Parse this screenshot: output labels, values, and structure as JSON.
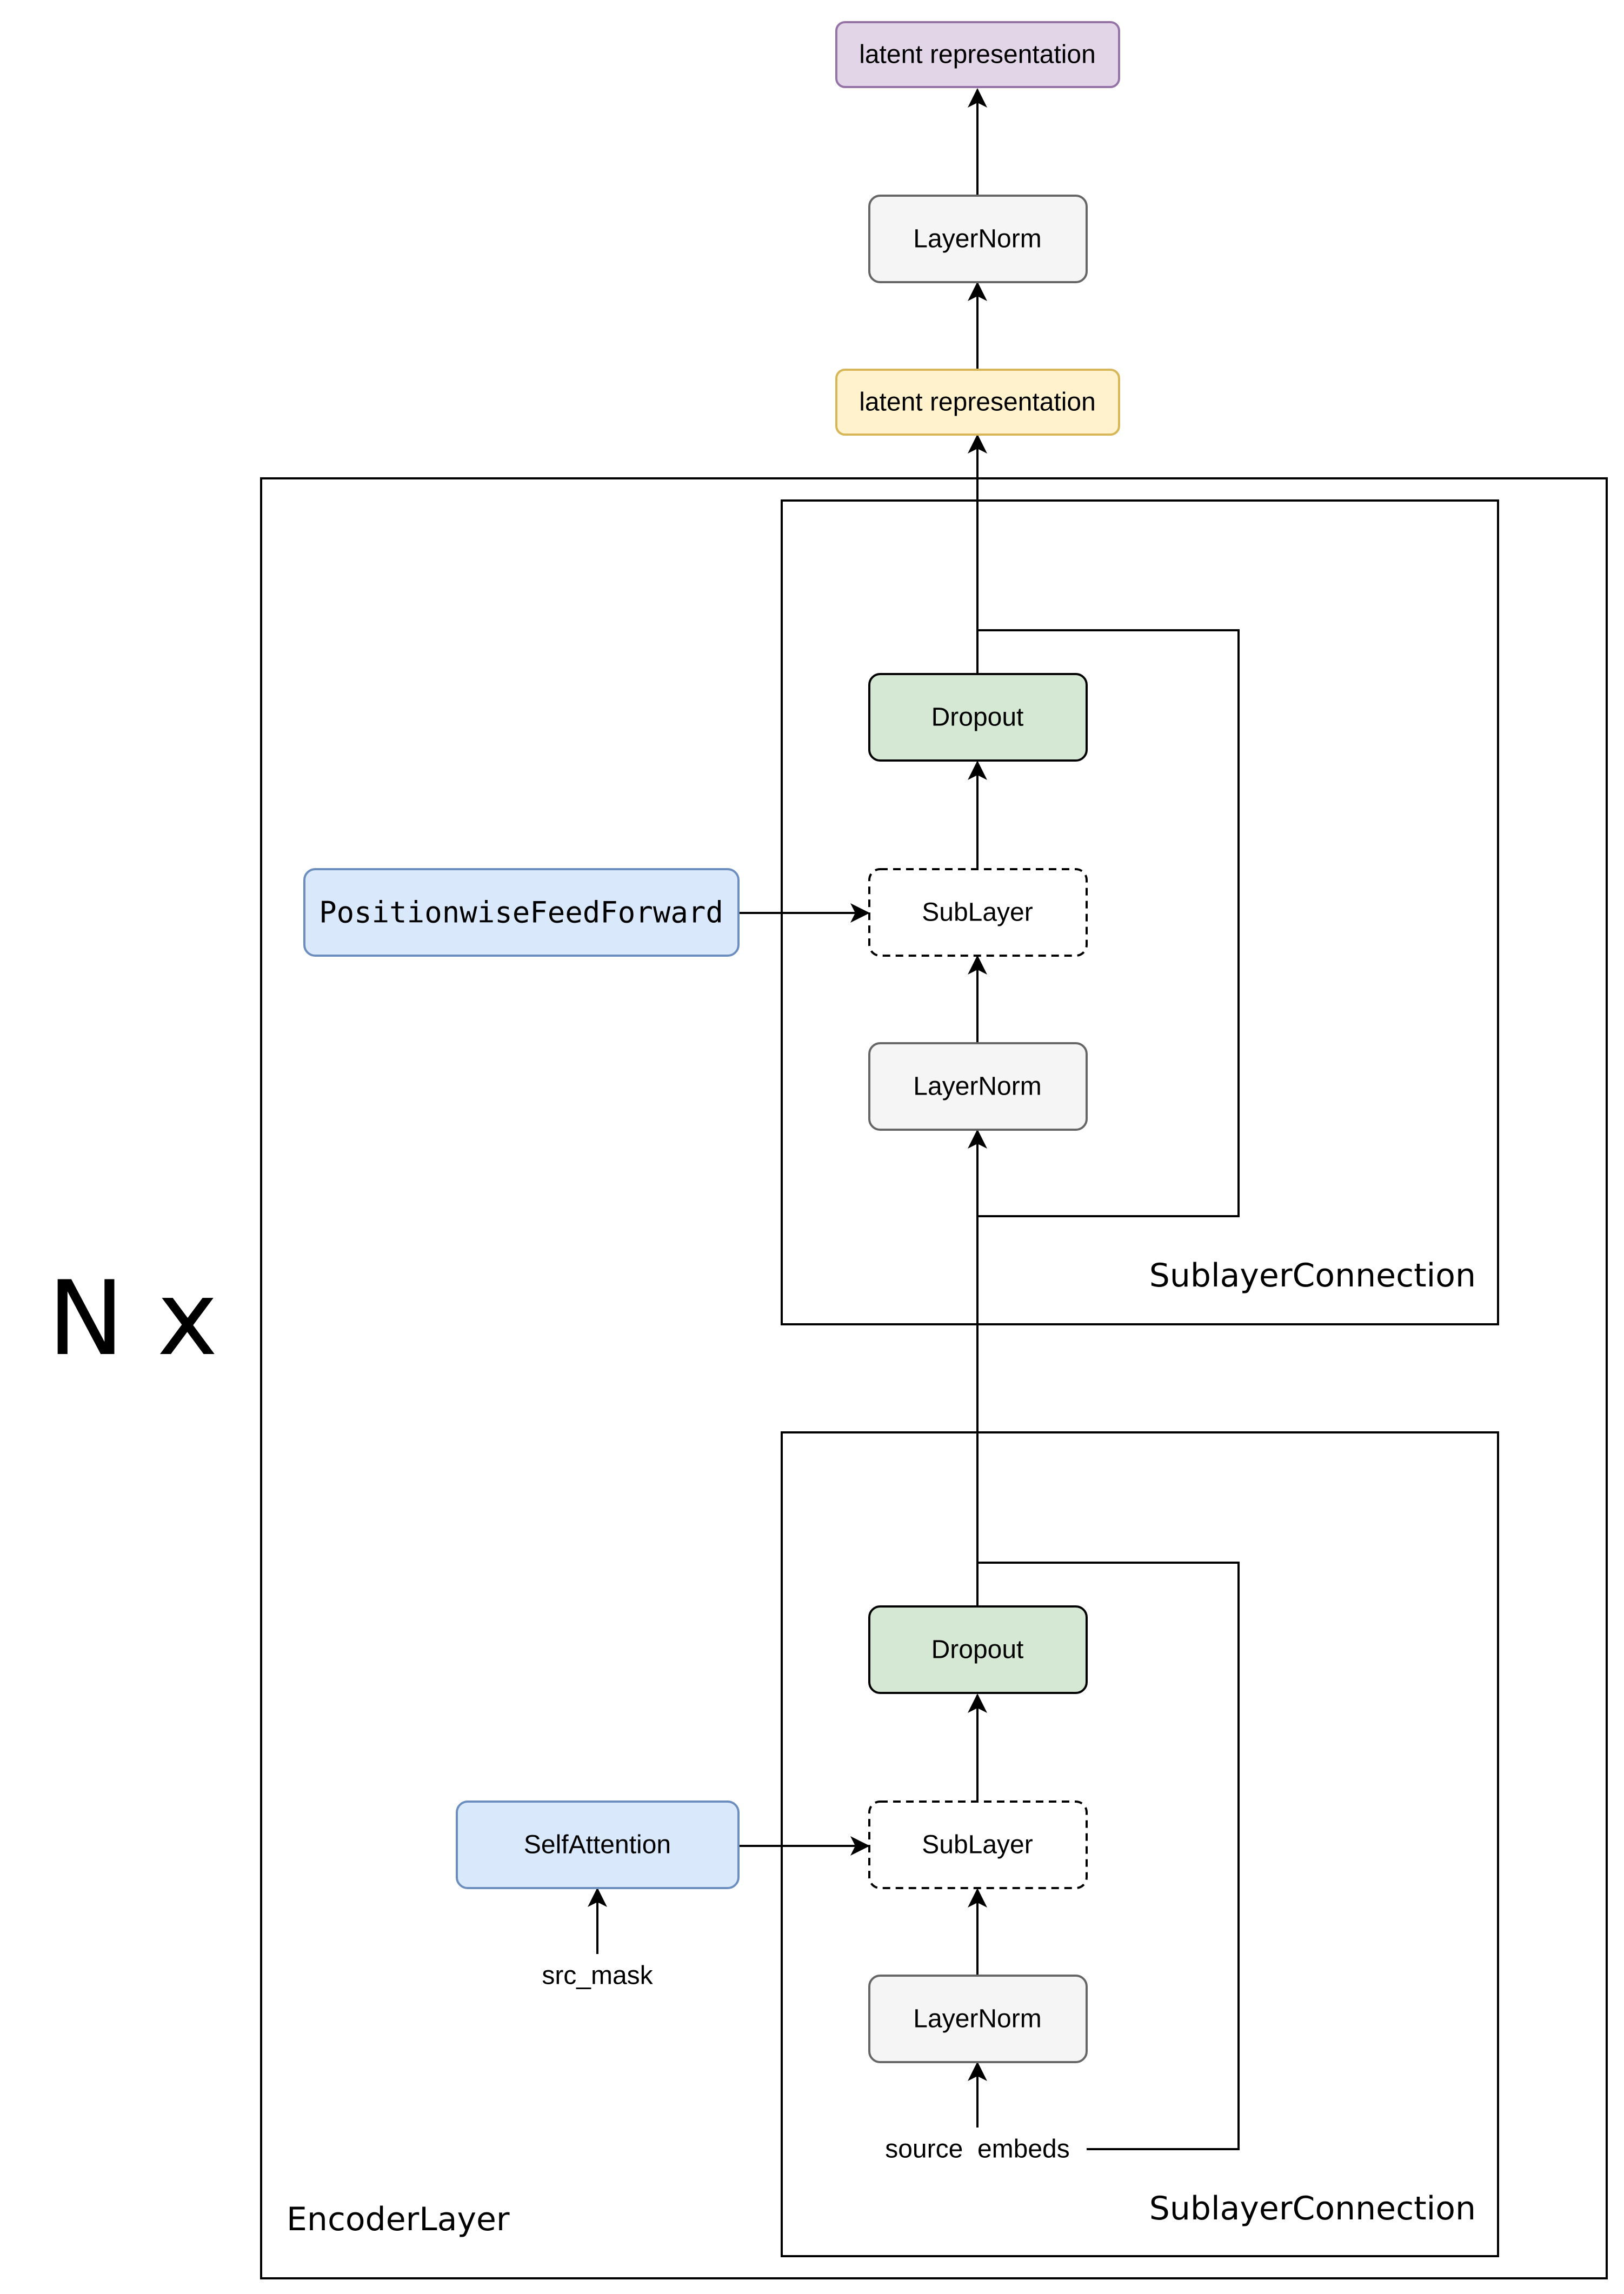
{
  "repeat_label": "N x",
  "nodes": {
    "latent_top": "latent representation",
    "final_norm": "LayerNorm",
    "latent_mid": "latent representation",
    "dropout_upper": "Dropout",
    "sublayer_upper": "SubLayer",
    "norm_upper": "LayerNorm",
    "ffn": "PositionwiseFeedForward",
    "dropout_lower": "Dropout",
    "sublayer_lower": "SubLayer",
    "norm_lower": "LayerNorm",
    "self_attention": "SelfAttention",
    "src_mask": "src_mask",
    "source_embeds": "source  embeds"
  },
  "containers": {
    "encoder_layer": "EncoderLayer",
    "sublayer_connection_upper": "SublayerConnection",
    "sublayer_connection_lower": "SublayerConnection"
  },
  "colors": {
    "purple_fill": "#e1d5e7",
    "purple_stroke": "#9673a6",
    "gray_fill": "#f5f5f5",
    "gray_stroke": "#666666",
    "yellow_fill": "#fff2cc",
    "yellow_stroke": "#d6b656",
    "green_fill": "#d5e8d4",
    "blue_fill": "#dae8fc",
    "blue_stroke": "#6c8ebf"
  }
}
